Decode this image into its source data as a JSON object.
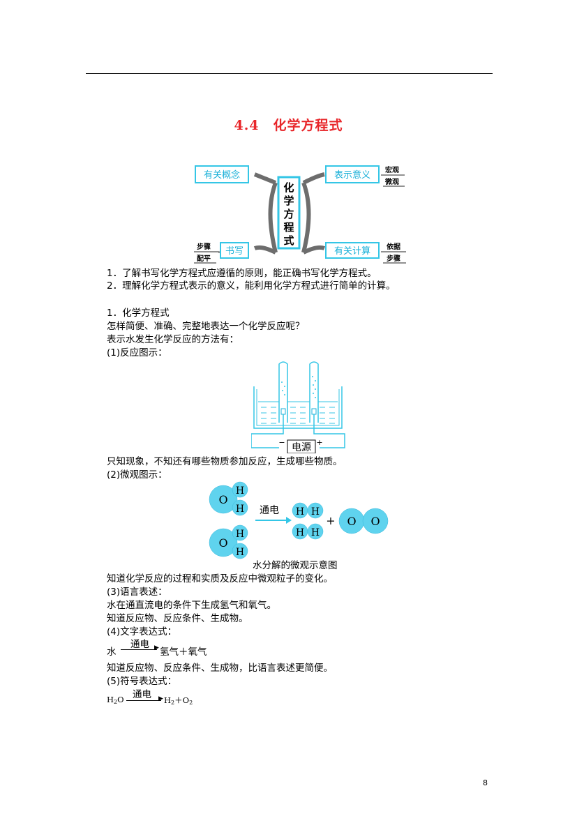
{
  "title": "4.4　化学方程式",
  "mindmap": {
    "center": [
      "化",
      "学",
      "方",
      "程",
      "式"
    ],
    "left_top": "有关概念",
    "left_bottom": "书写",
    "right_top": "表示意义",
    "right_bottom": "有关计算",
    "right_top_tags": [
      "宏观",
      "微观"
    ],
    "right_bottom_tags": [
      "依据",
      "步骤"
    ],
    "left_bottom_tags": [
      "步骤",
      "配平"
    ]
  },
  "goals": [
    "1．了解书写化学方程式应遵循的原则，能正确书写化学方程式。",
    "2．理解化学方程式表示的意义，能利用化学方程式进行简单的计算。"
  ],
  "section1": {
    "heading": "1．化学方程式",
    "q": "怎样简便、准确、完整地表达一个化学反应呢？",
    "intro": "表示水发生化学反应的方法有：",
    "m1_label": "(1)反应图示：",
    "power_label": "电源",
    "minus": "−",
    "plus": "+",
    "m1_note": "只知现象，不知还有哪些物质参加反应，生成哪些物质。",
    "m2_label": "(2)微观图示：",
    "micro": {
      "O": "O",
      "H": "H",
      "arrow_label": "通电",
      "plus": "+"
    },
    "micro_caption": "水分解的微观示意图",
    "m2_note": "知道化学反应的过程和实质及反应中微观粒子的变化。",
    "m3_label": "(3)语言表述：",
    "m3_text": "水在通直流电的条件下生成氢气和氧气。",
    "m3_note": "知道反应物、反应条件、生成物。",
    "m4_label": "(4)文字表达式：",
    "m4_cond": "通电",
    "m4_left": "水",
    "m4_right": "氢气＋氧气",
    "m4_note": "知道反应物、反应条件、生成物，比语言表述更简便。",
    "m5_label": "(5)符号表达式：",
    "m5_cond": "通电",
    "m5_h": "H",
    "m5_2": "2",
    "m5_o": "O",
    "m5_plus": "＋"
  },
  "page_number": "8",
  "colors": {
    "title": "#e8262a",
    "box": "#34c6e6",
    "circle": "#5fd3ee",
    "gray": "#6d6d6d"
  }
}
